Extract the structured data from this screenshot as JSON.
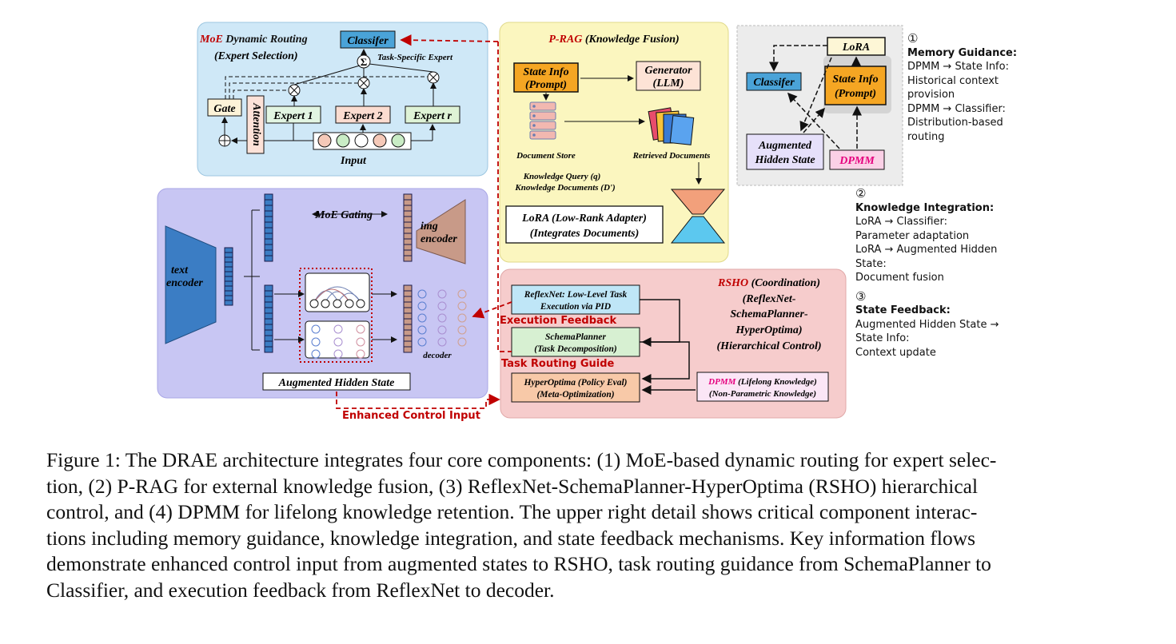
{
  "moe": {
    "title_red": "MoE",
    "title_rest": " Dynamic Routing",
    "subtitle": "(Expert Selection)",
    "classifier": "Classifer",
    "sigma": "Σ",
    "task_specific_expert": "Task-Specific Expert",
    "gate": "Gate",
    "attention": "Attention",
    "expert1": "Expert 1",
    "expert2": "Expert 2",
    "expertr": "Expert r",
    "input": "Input"
  },
  "prag": {
    "title_red": "P-RAG",
    "title_rest": " (Knowledge Fusion)",
    "state_info_1": "State Info",
    "state_info_2": "(Prompt)",
    "generator_1": "Generator",
    "generator_2": "(LLM)",
    "document_store": "Document Store",
    "retrieved_documents": "Retrieved Documents",
    "query_1": "Knowledge Query (q)",
    "query_2": "Knowledge Documents (D')",
    "lora_1": "LoRA (Low-Rank Adapter)",
    "lora_2": "(Integrates Documents)"
  },
  "detail": {
    "lora": "LoRA",
    "classifier": "Classifer",
    "state_info_1": "State Info",
    "state_info_2": "(Prompt)",
    "aug_1": "Augmented",
    "aug_2": "Hidden State",
    "dpmm": "DPMM"
  },
  "legend": {
    "n1": "①",
    "h1": "Memory Guidance:",
    "l1": [
      "DPMM → State Info:",
      "Historical context",
      "provision",
      "DPMM → Classifier:",
      "Distribution-based",
      "routing"
    ],
    "n2": "②",
    "h2": "Knowledge Integration:",
    "l2": [
      "LoRA → Classifier:",
      "Parameter adaptation",
      "LoRA → Augmented Hidden",
      "State:",
      "Document fusion"
    ],
    "n3": "③",
    "h3": "State Feedback:",
    "l3": [
      "Augmented Hidden State →",
      "State Info:",
      "Context update"
    ]
  },
  "enc": {
    "text_encoder_1": "text",
    "text_encoder_2": "encoder",
    "moe_gating": "MoE Gating",
    "img_encoder_1": "img",
    "img_encoder_2": "encoder",
    "decoder": "decoder",
    "aug_hidden_state": "Augmented Hidden State"
  },
  "rsho": {
    "title_red": "RSHO",
    "title_rest": " (Coordination)",
    "sub_1": "(ReflexNet-",
    "sub_2": "SchemaPlanner-",
    "sub_3": "HyperOptima)",
    "sub_4": "(Hierarchical Control)",
    "reflexnet_1": "ReflexNet: Low-Level Task",
    "reflexnet_2": "Execution via PID",
    "schema_1": "SchemaPlanner",
    "schema_2": "(Task Decomposition)",
    "hyper_1": "HyperOptima (Policy Eval)",
    "hyper_2": "(Meta-Optimization)",
    "dpmm_red": "DPMM",
    "dpmm_rest": " (Lifelong Knowledge)",
    "dpmm_2": "(Non-Parametric Knowledge)"
  },
  "flows": {
    "execution_feedback": "Execution Feedback",
    "task_routing_guide": "Task Routing Guide",
    "enhanced_control_input": "Enhanced Control Input"
  },
  "caption": [
    "Figure 1: The DRAE architecture integrates four core components: (1) MoE-based dynamic routing for expert selec-",
    "tion, (2) P-RAG for external knowledge fusion, (3) ReflexNet-SchemaPlanner-HyperOptima (RSHO) hierarchical",
    "control, and (4) DPMM for lifelong knowledge retention. The upper right detail shows critical component interac-",
    "tions including memory guidance, knowledge integration, and state feedback mechanisms. Key information flows",
    "demonstrate enhanced control input from augmented states to RSHO, task routing guidance from SchemaPlanner to",
    "Classifier, and execution feedback from ReflexNet to decoder."
  ],
  "colors": {
    "moe_panel": "#cfe8f7",
    "prag_panel": "#fbf6bf",
    "enc_panel": "#c8c6f3",
    "rsho_panel": "#f6cccc",
    "detail_panel": "#ececec",
    "accent_red": "#c00000"
  }
}
